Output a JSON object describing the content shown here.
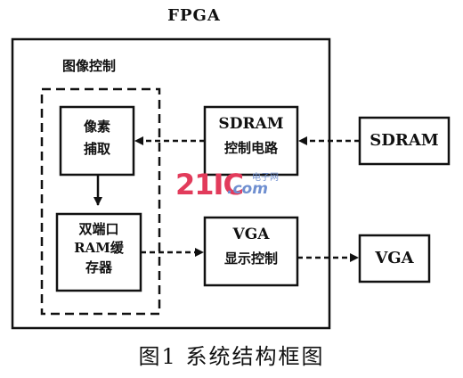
{
  "title": "FPGA",
  "control_group_label": "图像控制",
  "blocks": {
    "pixel_read": [
      "像素",
      "捕取"
    ],
    "sdram_ctrl": [
      "SDRAM",
      "控制电路"
    ],
    "sdram_ext": "SDRAM",
    "dual_port_ram": [
      "双端口",
      "RAM缓",
      "存器"
    ],
    "vga_ctrl": [
      "VGA",
      "显示控制"
    ],
    "vga_ext": "VGA"
  },
  "watermark": {
    "main": "21IC",
    "com": ".com",
    "cn": "电子网"
  },
  "caption": "图1  系统结构框图"
}
